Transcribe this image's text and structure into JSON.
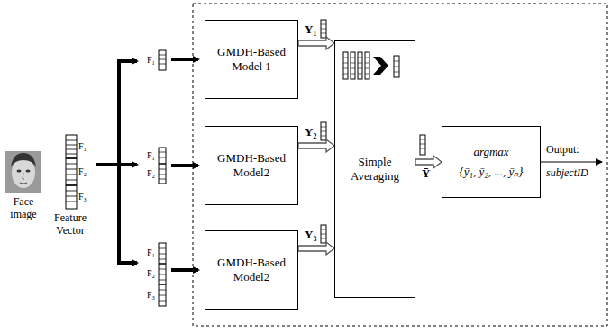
{
  "diagram": {
    "nodes": [
      {
        "text": [
          "GMDH-Based Model 1"
        ]
      },
      {
        "text": [
          "GMDH-Based Model2"
        ]
      },
      {
        "text": [
          "GMDH-Based Model2"
        ]
      },
      {
        "text": [
          "Simple Averaging"
        ]
      },
      {
        "text": [
          "argmax",
          "{ȳ₁, ȳ₂, ..., ȳₙ}"
        ]
      }
    ],
    "edges": [
      {
        "from": 0,
        "to": 3,
        "arrow": "to",
        "label": "Y₁"
      },
      {
        "from": 1,
        "to": 3,
        "arrow": "to",
        "label": "Y₂"
      },
      {
        "from": 2,
        "to": 3,
        "arrow": "to",
        "label": "Y₃"
      },
      {
        "from": 3,
        "to": 4,
        "arrow": "to",
        "label": "Ȳ"
      }
    ],
    "labels": [
      "Face image",
      "Feature Vector",
      "F₁",
      "F₂",
      "F₃",
      "F₁",
      "F₁",
      "F₂",
      "F₁",
      "F₂",
      "F₃",
      "Output:",
      "subjectID"
    ]
  }
}
